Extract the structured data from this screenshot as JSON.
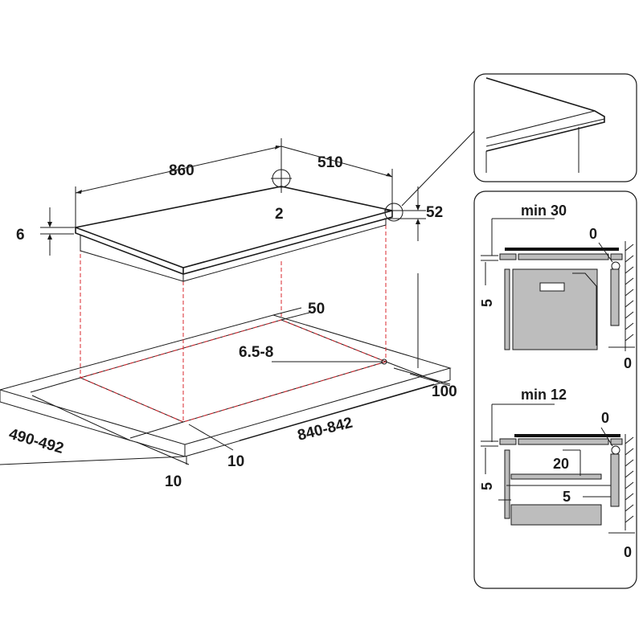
{
  "main_view": {
    "dim_width": "860",
    "dim_depth": "510",
    "dim_height_left": "6",
    "dim_height_right": "52",
    "dim_gap_top": "2",
    "dim_cutout_margin": "50",
    "dim_screw": "6.5-8",
    "dim_cutout_depth": "490-492",
    "dim_cutout_width": "840-842",
    "dim_front_margin_a": "10",
    "dim_front_margin_b": "10",
    "dim_back_margin": "100"
  },
  "side_panel_top": {
    "dim_min": "min 30",
    "dim_zero_top": "0",
    "dim_five": "5",
    "dim_zero_bottom": "0"
  },
  "side_panel_bottom": {
    "dim_min": "min 12",
    "dim_zero_top": "0",
    "dim_twenty": "20",
    "dim_five_left": "5",
    "dim_five_right": "5",
    "dim_zero_bottom": "0"
  },
  "colors": {
    "line": "#1a1a1a",
    "cutout_dashed": "#d9272e",
    "fill_grey": "#bdbdbd"
  }
}
